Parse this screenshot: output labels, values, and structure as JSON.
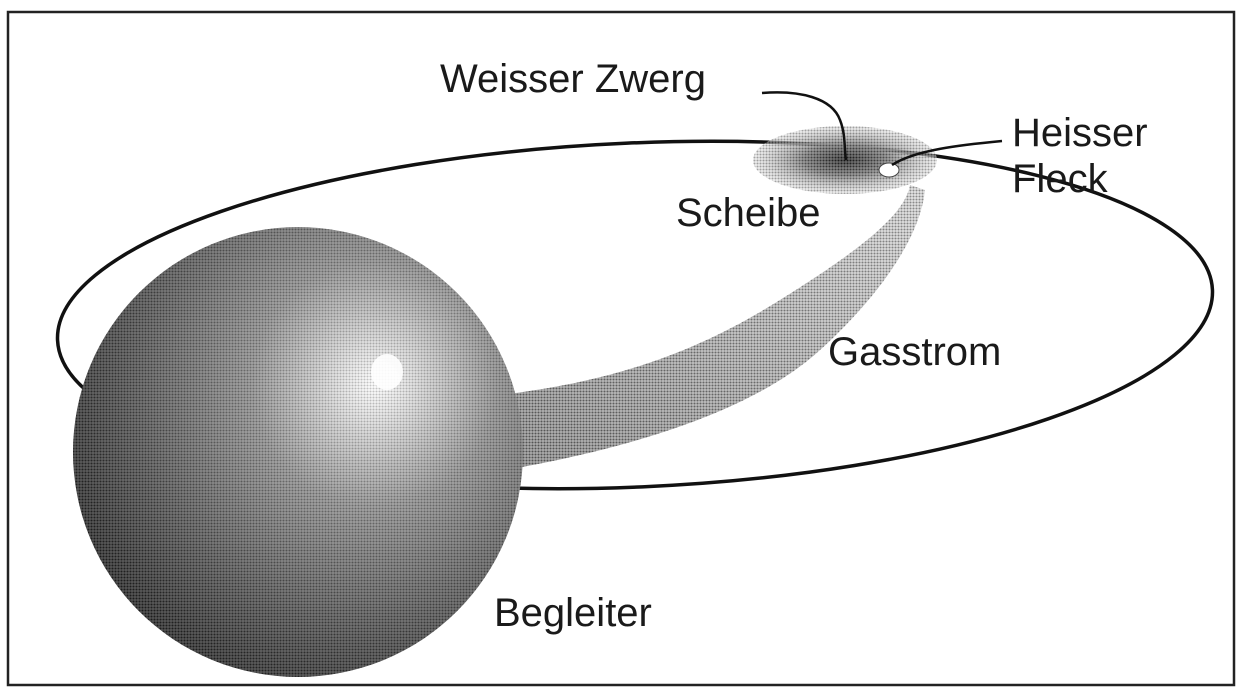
{
  "labels": {
    "white_dwarf": "Weisser Zwerg",
    "hot_spot_line1": "Heisser",
    "hot_spot_line2": "Fleck",
    "disk": "Scheibe",
    "gas_stream": "Gasstrom",
    "companion": "Begleiter"
  },
  "colors": {
    "ink": "#1a1a1a",
    "background": "#ffffff"
  }
}
